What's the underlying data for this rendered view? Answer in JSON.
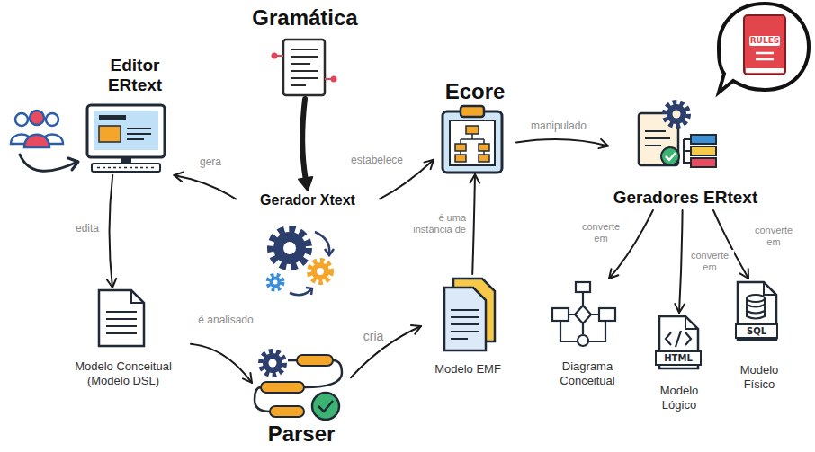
{
  "diagram": {
    "nodes": [
      {
        "text": [
          "Gramática"
        ]
      },
      {
        "text": [
          "Editor ERtext"
        ]
      },
      {
        "text": [
          "Ecore"
        ]
      },
      {
        "text": [
          "Geradores ERtext"
        ]
      },
      {
        "text": [
          "Gerador Xtext"
        ]
      },
      {
        "text": [
          "Modelo Conceitual (Modelo DSL)"
        ]
      },
      {
        "text": [
          "Parser"
        ]
      },
      {
        "text": [
          "Modelo EMF"
        ]
      },
      {
        "text": [
          "Diagrama Conceitual"
        ]
      },
      {
        "text": [
          "Modelo Lógico"
        ]
      },
      {
        "text": [
          "Modelo Físico"
        ]
      }
    ],
    "edges": [
      {
        "from": 0,
        "to": 4,
        "arrow": "to"
      },
      {
        "from": 4,
        "to": 1,
        "label": "gera",
        "arrow": "to"
      },
      {
        "from": 4,
        "to": 2,
        "label": "estabelece",
        "arrow": "to"
      },
      {
        "from": 2,
        "to": 3,
        "label": "manipulado",
        "arrow": "to"
      },
      {
        "from": 1,
        "to": 5,
        "label": "edita",
        "arrow": "to"
      },
      {
        "from": 5,
        "to": 6,
        "label": "é analisado",
        "arrow": "to"
      },
      {
        "from": 6,
        "to": 7,
        "label": "cria",
        "arrow": "to"
      },
      {
        "from": 7,
        "to": 2,
        "label": "é uma instância de",
        "arrow": "to"
      },
      {
        "from": 3,
        "to": 8,
        "label": "converte em",
        "arrow": "to"
      },
      {
        "from": 3,
        "to": 9,
        "label": "converte em",
        "arrow": "to"
      },
      {
        "from": 3,
        "to": 10,
        "label": "converte em",
        "arrow": "to"
      }
    ],
    "labels": [
      "RULES",
      "HTML",
      "SQL"
    ]
  }
}
